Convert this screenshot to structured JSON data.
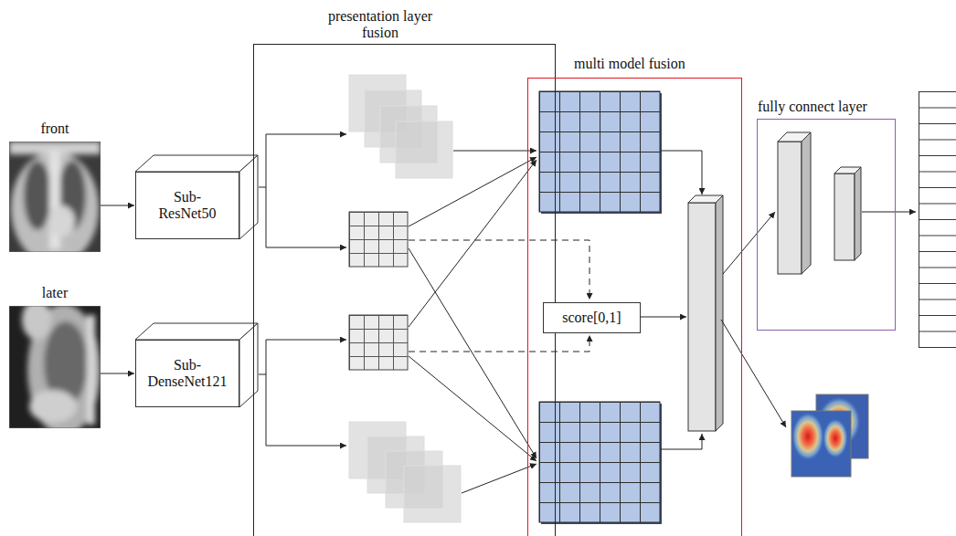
{
  "diagram": {
    "nodes": [
      {
        "text": [
          "front"
        ]
      },
      {
        "text": [
          "later"
        ]
      },
      {
        "text": [
          "Sub-ResNet50"
        ]
      },
      {
        "text": [
          "Sub-DenseNet121"
        ]
      },
      {
        "text": [
          "presentation layer fusion"
        ]
      },
      {
        "text": [
          "multi model fusion"
        ]
      },
      {
        "text": [
          "score[0,1]"
        ],
        "in": 5
      },
      {
        "text": [
          "fully connect layer"
        ]
      }
    ],
    "edges": [
      {
        "from": 0,
        "to": 2,
        "arrow": "to"
      },
      {
        "from": 1,
        "to": 3,
        "arrow": "to"
      }
    ]
  }
}
